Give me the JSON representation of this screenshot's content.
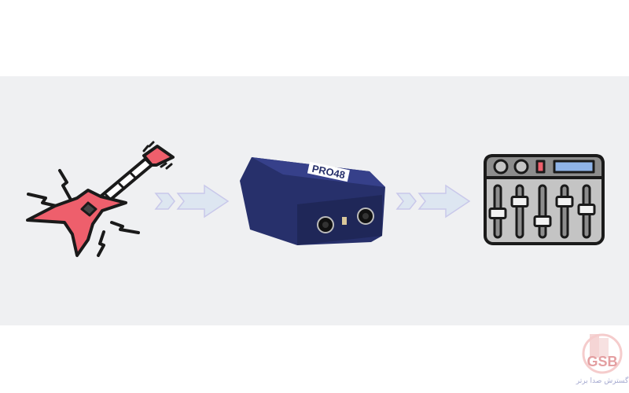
{
  "diagram": {
    "title": "Guitar to DI box to mixer signal chain",
    "nodes": [
      {
        "id": "guitar",
        "icon": "electric-guitar-icon",
        "color": "#ee5f6c"
      },
      {
        "id": "di-box",
        "icon": "di-box-icon",
        "brand_text": "PRO48",
        "color": "#27306b"
      },
      {
        "id": "mixer",
        "icon": "mixer-icon",
        "fader_levels": [
          0.45,
          0.75,
          0.25,
          0.75,
          0.55
        ]
      }
    ],
    "edges": [
      {
        "from": "guitar",
        "to": "di-box",
        "icon": "double-chevron-arrow-icon"
      },
      {
        "from": "di-box",
        "to": "mixer",
        "icon": "double-chevron-arrow-icon"
      }
    ],
    "colors": {
      "band": "#eff0f2",
      "arrow_fill": "#dde6f1",
      "arrow_stroke": "#c9c8ea",
      "screen": "#8fb4e8",
      "led": "#ee5f6c"
    }
  },
  "watermark": {
    "logo_text": "GSB",
    "subtitle": "گسترش صدا برتر"
  }
}
